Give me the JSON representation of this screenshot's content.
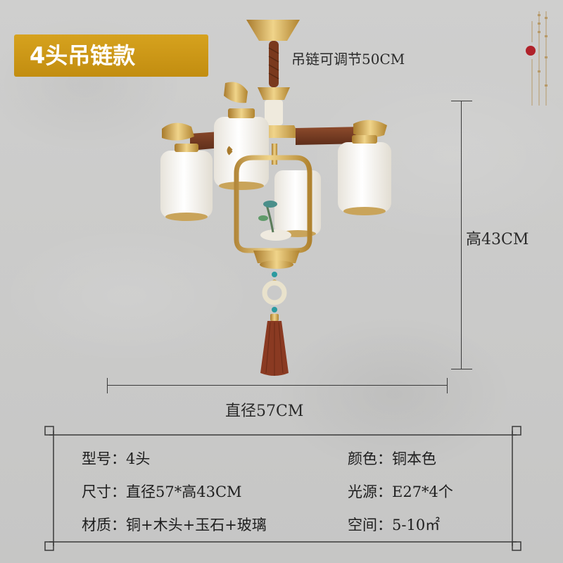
{
  "title_badge": "4头吊链款",
  "dimensions": {
    "chain_label": "吊链可调节50CM",
    "height_label": "高43CM",
    "width_label": "直径57CM"
  },
  "specs": {
    "model": "型号：4头",
    "size": "尺寸：直径57*高43CM",
    "material": "材质：铜+木头+玉石+玻璃",
    "color": "颜色：铜本色",
    "light_source": "光源：E27*4个",
    "space": "空间：5-10㎡"
  },
  "colors": {
    "badge": "#c99413",
    "brass": "#c8a24e",
    "wood": "#7a3f25",
    "glass": "#f4f1ea",
    "tassel": "#8a3a22"
  }
}
